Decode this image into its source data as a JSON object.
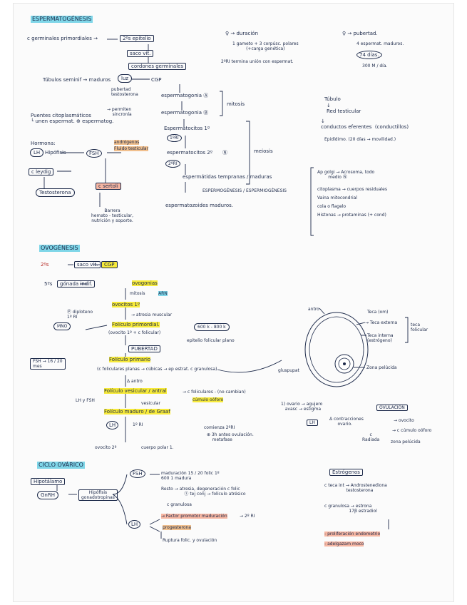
{
  "esp": {
    "title": "ESPERMATOGÉNESIS",
    "c_germinales": "c germinales primordiales →",
    "epitelio": "2ºs epitelio",
    "saco": "saco vit.",
    "cordones": "cordones germinales",
    "tubulos": "Túbulos seminif → maduros",
    "luz": "luz",
    "cgp": "CGP",
    "pubertad_test": "pubertad\ntestosterona",
    "puentes": "Puentes citoplasmáticos\n└ unen espermat. ⊕ espermatog.",
    "permiten": "→ permiten\n    sincronía",
    "espermatogonia_a": "espermatogonia Ⓐ",
    "espermatogonia_b": "espermatogonia Ⓑ",
    "mitosis": "mitosis",
    "espermatocitos1": "Espermatocitos 1º",
    "r1": "1ºRI",
    "espermatocitos2": "espermatocitos 2º",
    "n": "Ⓝ",
    "r2": "2ºRI",
    "meiosis": "meiosis",
    "temprana": "espermátidas tempranas / maduras",
    "espermiog": "ESPERMOGÉNESIS / ESPERMIOGÉNESIS",
    "maduros": "espermatozoides maduros.",
    "hormona": "Hormona:",
    "lh": "LH",
    "fsh": "FSH",
    "hipofisis": "Hipófisis",
    "leydig": "c leydig",
    "sertoli": "c sertoli",
    "testosterona": "Testosterona",
    "androgenos": "andrógenos",
    "fluido": "Fluido testicular",
    "barrera": "Barrera\nhemato - testicular,\nnutrición y soporte."
  },
  "fem": {
    "duracion": "♀ → duración",
    "gameto": "1 gameto + 3 corpúsc. polares\n(+carga genética)",
    "termina": "2ºRI termina unión con espermat.",
    "pubertad": "♀ → pubertad.",
    "maduros": "4 espermat. maduros.",
    "dias": "74 días.",
    "millones": "300 M / día."
  },
  "tubulo": {
    "title": "Túbulo",
    "red": "↓\nRed testicular",
    "conductos": "↓\nconductos eferentes  (conductillos)",
    "epididimo": "Epidídimo. (20 días → movilidad.)",
    "golgi": "Ap golgi → Acrosoma, todo\n        medio Ⓝ",
    "citoplasma": "citoplasma → cuerpos residuales",
    "vaina": "Vaina mitocondrial",
    "cola": "cola o flagelo",
    "histonas": "Histonas → protaminas (+ cond)"
  },
  "ovo": {
    "title": "OVOGÉNESIS",
    "sem2": "2ºs",
    "saco": "saco vit.",
    "cgp": "CGP",
    "sem5": "5ºs",
    "gonada": "gónada indif.",
    "ovogonias": "ovogonias",
    "mitosis": "mitosis",
    "arn": "ARN",
    "ovocitos": "ovocitos 1º",
    "diploteno": "Ⓟ diploteno\n1º RI",
    "mno": "MNO",
    "atresia": "→ atresia muscular",
    "primordial": "Folículo primordial.",
    "ovocito_fol": "(ovocito 1º + c folicular)",
    "k": "600 k - 800 k",
    "epitelio_plano": "epitelio folicular plano",
    "pubertad": "PUBERTAD",
    "primario": "Folículo primario",
    "fsh": "FSH → 16 / 20\nmes",
    "cubicas": "(c foliculares planas → cúbicas → ep estrat. c granulosa)",
    "antro_arrow": "Δ antro",
    "vesicular": "Folículo vesicular / antral",
    "c_foliculares": "→ c foliculares - (no cambian)",
    "cumulo": "cúmulo oóforo",
    "lhfsh": "LH y FSH",
    "vesicular_sm": "vesicular",
    "maduro": "Folículo maduro / de Graaf",
    "lh": "LH",
    "r1": "1º RI",
    "ovocito2": "ovocito 2º",
    "polar": "cuerpo polar 1.",
    "comienza": "comienza 2ºRI",
    "horas": "⊕ 3h antes ovulación.\n    metafase",
    "glupuptat": "gluspupat",
    "antro": "antro",
    "teca": "Teca (om)",
    "teca_externa": "→ Teca externa",
    "teca_interna": "Teca interna\n(estrógeno)",
    "teca_fol": "teca\nfolicular",
    "zona": "Zona pelúcida",
    "ovario": "1) ovario → agujero\n   avasc → estigma",
    "ovulacion": "OVULACIÓN",
    "contracciones": "Δ contracciones\n      ovario.",
    "lhpeak": "LH",
    "ovocito_r": "→ ovocito",
    "cumulo_r": "→ c cúmulo oóforo",
    "radiada": "c\nRadiada",
    "zona_r": "zona pelúcida"
  },
  "ciclo": {
    "title": "CICLO OVÁRICO",
    "hipotalamo": "Hipotálamo",
    "gnrh": "GnRH",
    "hipofisis": "Hipófisis\ngonadotropinas",
    "fsh": "FSH",
    "lh": "LH",
    "maduracion": "maduración 15 / 20 folic 1º\n600 1 madura",
    "resto": "Resto → atresia, degeneración c folic\n                 ⓢ tej conj → folículo atrésico",
    "granulosa": "c granulosa",
    "factor": "→ Factor promotor maduración",
    "r2": "→ 2º RI",
    "progesterona": "progesterona",
    "ruptura": "Ruptura folic. y ovulación",
    "estrogenos": "Estrógenos",
    "teca": "c teca int → Androstenediona\n                testosterona",
    "granulosa2": "c granulosa → estrona\n                  17β estradiol",
    "proliferacion": "- proliferación endometrio",
    "adelgazam": "- adelgazam moco"
  }
}
